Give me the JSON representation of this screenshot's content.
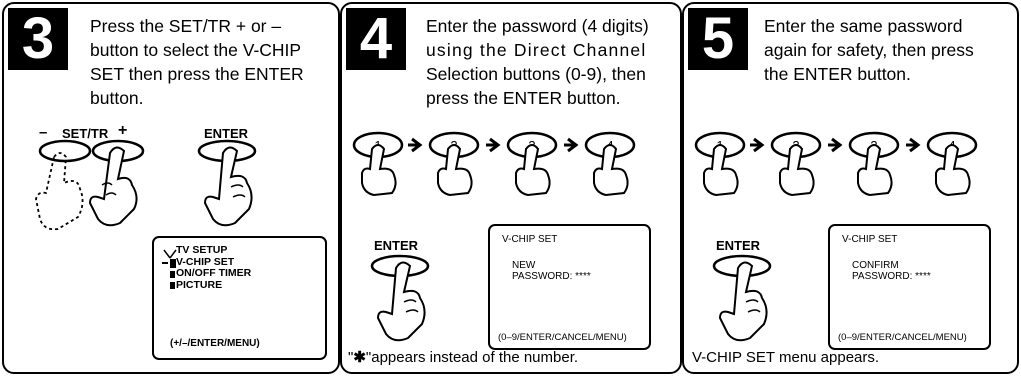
{
  "steps": [
    {
      "number": "3",
      "lines": [
        "Press the SET/TR + or –",
        "button to select the V-CHIP",
        "SET then press the ENTER",
        "button."
      ],
      "button_labels": {
        "settr_minus": "–",
        "settr": "SET/TR",
        "settr_plus": "+",
        "enter": "ENTER"
      },
      "screen": {
        "menu_items": [
          "TV SETUP",
          "V-CHIP SET",
          "ON/OFF TIMER",
          "PICTURE"
        ],
        "footer": "(+/–/ENTER/MENU)"
      }
    },
    {
      "number": "4",
      "lines": [
        "Enter the password (4 digits)",
        "using the Direct Channel",
        "Selection buttons (0-9), then",
        "press the ENTER button."
      ],
      "digit_buttons": [
        "1",
        "2",
        "3",
        "4"
      ],
      "enter_label": "ENTER",
      "screen": {
        "title": "V-CHIP SET",
        "line1": "NEW",
        "line2": "PASSWORD: ****",
        "footer": "(0–9/ENTER/CANCEL/MENU)"
      },
      "note_quote": "\"",
      "note_star": "✱",
      "note_rest": "\"appears instead of the number."
    },
    {
      "number": "5",
      "lines": [
        "Enter the same password",
        "again for safety, then press",
        "the ENTER button."
      ],
      "digit_buttons": [
        "1",
        "2",
        "3",
        "4"
      ],
      "enter_label": "ENTER",
      "screen": {
        "title": "V-CHIP SET",
        "line1": "CONFIRM",
        "line2": "PASSWORD: ****",
        "footer": "(0–9/ENTER/CANCEL/MENU)"
      },
      "note": "V-CHIP SET menu appears."
    }
  ]
}
